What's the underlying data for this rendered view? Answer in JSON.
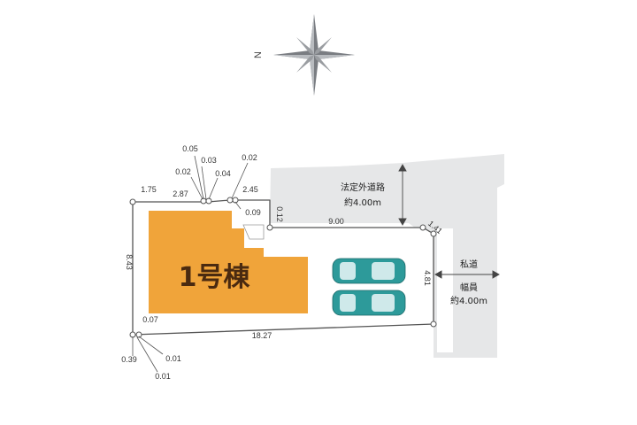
{
  "compass": {
    "north_label": "N"
  },
  "building": {
    "label": "1号棟",
    "color": "#f0a43a"
  },
  "colors": {
    "road": "#e6e7e8",
    "lot_line": "#555555",
    "car_body": "#2d9a9a"
  },
  "front_road": {
    "line1": "法定外道路",
    "line2": "約4.00m"
  },
  "side_road": {
    "line1": "私道",
    "line2": "幅員",
    "line3": "約4.00m"
  },
  "dimensions": {
    "d_175": "1.75",
    "d_287": "2.87",
    "d_245": "2.45",
    "d_005": "0.05",
    "d_003": "0.03",
    "d_002a": "0.02",
    "d_004": "0.04",
    "d_002b": "0.02",
    "d_009": "0.09",
    "d_012": "0.12",
    "d_900": "9.00",
    "d_141": "1.41",
    "d_843": "8.43",
    "d_481": "4.81",
    "d_007": "0.07",
    "d_1827": "18.27",
    "d_039": "0.39",
    "d_001a": "0.01",
    "d_001b": "0.01"
  }
}
